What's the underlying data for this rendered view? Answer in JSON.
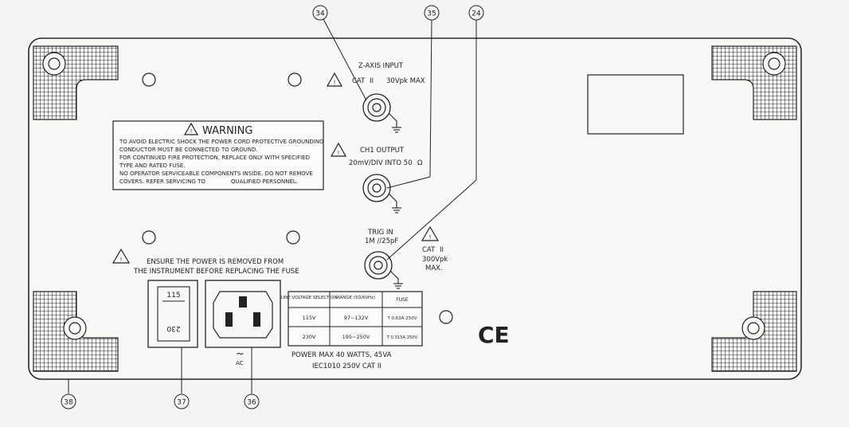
{
  "callouts": {
    "c34": "34",
    "c35": "35",
    "c24": "24",
    "c38": "38",
    "c37": "37",
    "c36": "36"
  },
  "warning_box": {
    "title": "WARNING",
    "lines": [
      "TO AVOID ELECTRIC SHOCK THE POWER CORD PROTECTIVE GROUNDING",
      "CONDUCTOR MUST BE CONNECTED TO GROUND.",
      "FOR CONTINUED FIRE PROTECTION, REPLACE ONLY WITH SPECIFIED",
      "TYPE AND RATED FUSE.",
      "NO OPERATOR SERVICEABLE COMPONENTS INSIDE. DO NOT REMOVE",
      "COVERS. REFER SERVICING TO",
      "QUALIFIED PERSONNEL."
    ]
  },
  "z_axis": {
    "label": "Z-AXIS INPUT",
    "cat": "CAT",
    "cat_level": "II",
    "rating": "30Vpk MAX"
  },
  "ch1_output": {
    "label": "CH1 OUTPUT",
    "spec": "20mV/DIV INTO 50",
    "mark": "Ω"
  },
  "trig_in": {
    "label": "TRIG IN",
    "spec": "1M  //25pF",
    "cat": "CAT",
    "cat_level": "II",
    "rating": "300Vpk",
    "rating2": "MAX."
  },
  "fuse_notice": {
    "line1": "ENSURE THE POWER IS REMOVED FROM",
    "line2": "THE INSTRUMENT BEFORE REPLACING THE FUSE"
  },
  "voltage_selector": {
    "top": "115",
    "bottom": "230"
  },
  "ac_symbol": {
    "tilde": "~",
    "text": "AC"
  },
  "spec_table": {
    "headers": [
      "LINE VOLTAGE SELECTION",
      "RANGE (50/60Hz)",
      "FUSE"
    ],
    "rows": [
      [
        "115V",
        "97~132V",
        "T 0.63A 250V"
      ],
      [
        "230V",
        "195~250V",
        "T 0.315A 250V"
      ]
    ]
  },
  "power": {
    "line1": "POWER MAX  40 WATTS, 45VA",
    "line2": "IEC1010   250V CAT  II"
  },
  "ce_mark": "CE"
}
